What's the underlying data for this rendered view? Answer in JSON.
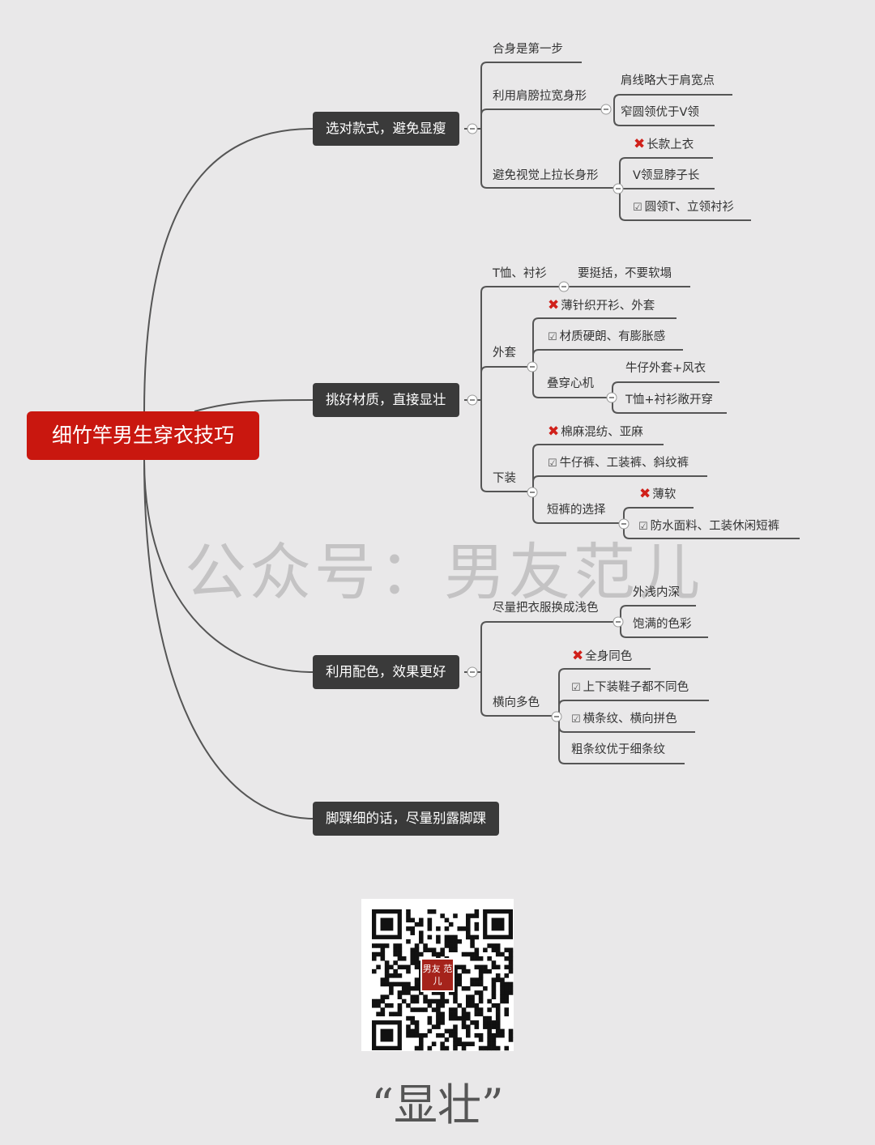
{
  "title": "细竹竿男生穿衣技巧",
  "watermark": "公众号：男友范儿",
  "qr_logo": "男友 范儿",
  "caption": "“显壮”",
  "colors": {
    "root": "#c9170f",
    "branch_box": "#3a3a3a",
    "line": "#555555",
    "background": "#e9e8e9",
    "cross": "#d0201a"
  },
  "icons": {
    "cross": "✖",
    "check": "☑",
    "collapse": "minus-circle-icon"
  },
  "branches": [
    {
      "label": "选对款式，避免显瘦",
      "children": [
        {
          "label": "合身是第一步"
        },
        {
          "label": "利用肩膀拉宽身形",
          "children": [
            {
              "label": "肩线略大于肩宽点"
            },
            {
              "label": "窄圆领优于V领"
            }
          ]
        },
        {
          "label": "避免视觉上拉长身形",
          "children": [
            {
              "label": "长款上衣",
              "marker": "cross"
            },
            {
              "label": "V领显脖子长"
            },
            {
              "label": "圆领T、立领衬衫",
              "marker": "check"
            }
          ]
        }
      ]
    },
    {
      "label": "挑好材质，直接显壮",
      "children": [
        {
          "label": "T恤、衬衫",
          "children": [
            {
              "label": "要挺括，不要软塌"
            }
          ]
        },
        {
          "label": "外套",
          "children": [
            {
              "label": "薄针织开衫、外套",
              "marker": "cross"
            },
            {
              "label": "材质硬朗、有膨胀感",
              "marker": "check"
            },
            {
              "label": "叠穿心机",
              "children": [
                {
                  "label": "牛仔外套+风衣"
                },
                {
                  "label": "T恤+衬衫敞开穿"
                }
              ]
            }
          ]
        },
        {
          "label": "下装",
          "children": [
            {
              "label": "棉麻混纺、亚麻",
              "marker": "cross"
            },
            {
              "label": "牛仔裤、工装裤、斜纹裤",
              "marker": "check"
            },
            {
              "label": "短裤的选择",
              "children": [
                {
                  "label": "薄软",
                  "marker": "cross"
                },
                {
                  "label": "防水面料、工装休闲短裤",
                  "marker": "check"
                }
              ]
            }
          ]
        }
      ]
    },
    {
      "label": "利用配色，效果更好",
      "children": [
        {
          "label": "尽量把衣服换成浅色",
          "children": [
            {
              "label": "外浅内深"
            },
            {
              "label": "饱满的色彩"
            }
          ]
        },
        {
          "label": "横向多色",
          "children": [
            {
              "label": "全身同色",
              "marker": "cross"
            },
            {
              "label": "上下装鞋子都不同色",
              "marker": "check"
            },
            {
              "label": "横条纹、横向拼色",
              "marker": "check"
            },
            {
              "label": "粗条纹优于细条纹"
            }
          ]
        }
      ]
    },
    {
      "label": "脚踝细的话，尽量别露脚踝"
    }
  ]
}
